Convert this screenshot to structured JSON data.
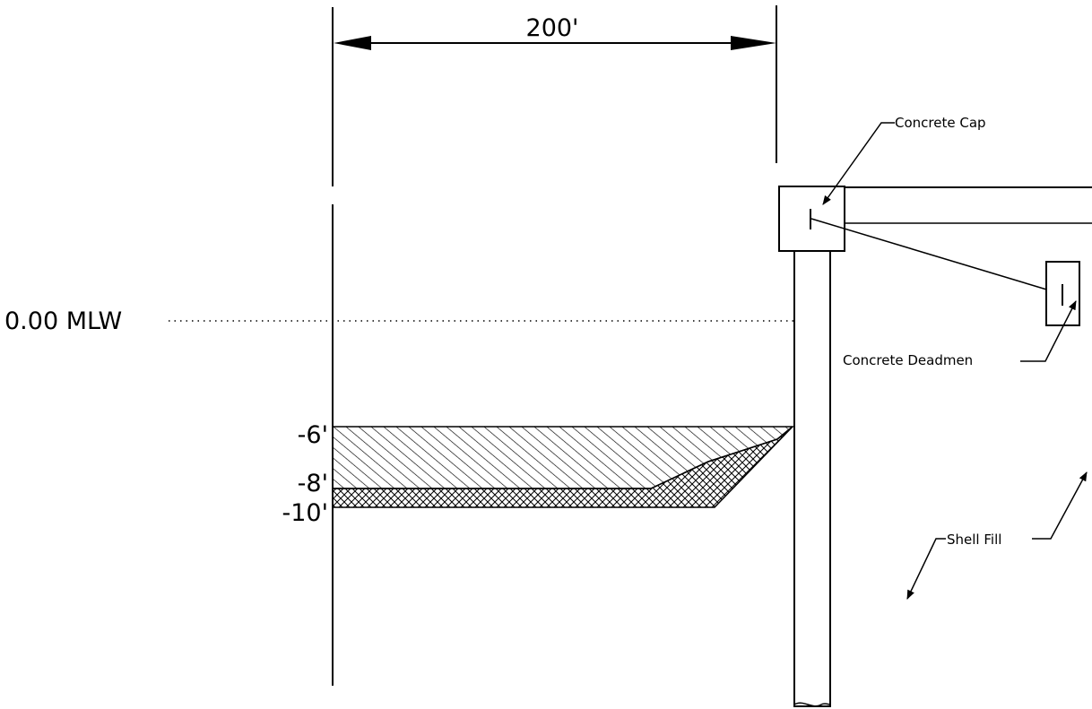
{
  "dimension": {
    "label": "200'"
  },
  "datum": {
    "label": "0.00 MLW"
  },
  "depths": {
    "d1": "-6'",
    "d2": "-8'",
    "d3": "-10'"
  },
  "callouts": {
    "concrete_cap": "Concrete Cap",
    "concrete_deadmen": "Concrete Deadmen",
    "shell_fill": "Shell Fill"
  },
  "colors": {
    "ink": "#000000",
    "paper": "#ffffff"
  }
}
